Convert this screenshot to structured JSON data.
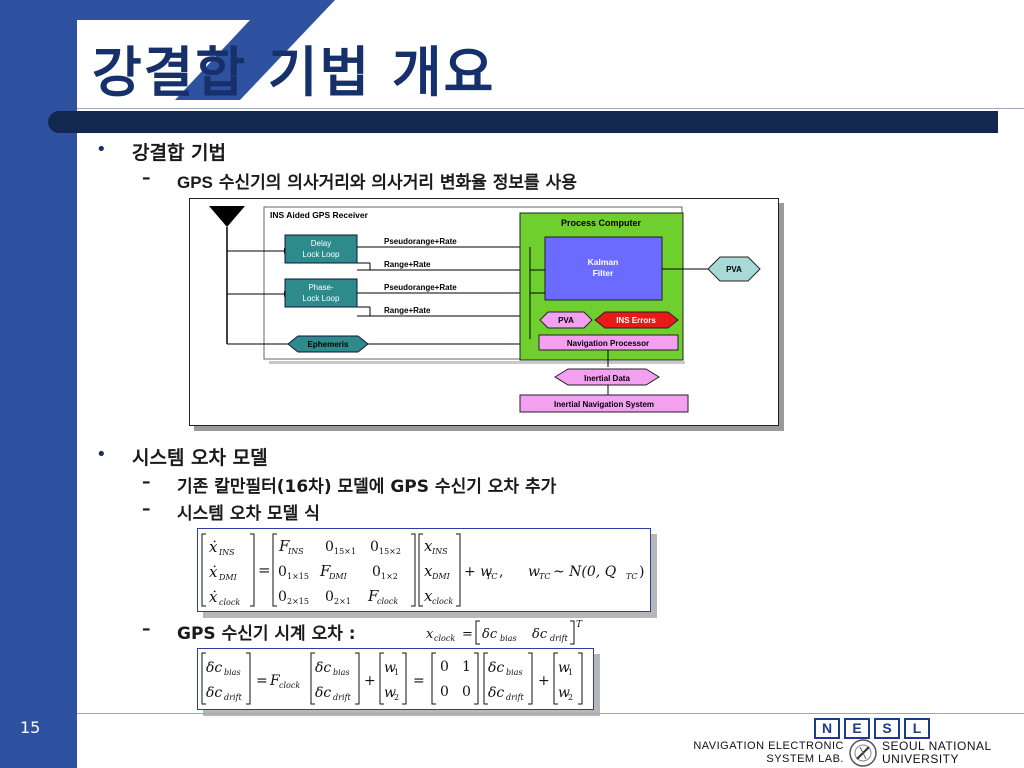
{
  "slide": {
    "title": "강결합 기법 개요",
    "page_number": "15"
  },
  "bullets": {
    "b1": "강결합 기법",
    "b1_sub1_prefix": "GPS",
    "b1_sub1_text": " 수신기의 의사거리와 의사거리 변화율 정보를 사용",
    "b2": "시스템 오차 모델",
    "b2_sub1": "기존 칼만필터(16차) 모델에 GPS 수신기 오차 추가",
    "b2_sub2": "시스템 오차 모델 식",
    "b2_sub3": "GPS 수신기 시계 오차 :",
    "bullet_char": "•",
    "dash_char": "–"
  },
  "diagram": {
    "receiver_title": "INS Aided GPS Receiver",
    "dll": [
      "Delay",
      "Lock Loop"
    ],
    "pll": [
      "Phase-",
      "Lock Loop"
    ],
    "ephemeris": "Ephemeris",
    "line1": "Pseudorange+Rate",
    "line2": "Range+Rate",
    "line3": "Pseudorange+Rate",
    "line4": "Range+Rate",
    "process_computer": "Process Computer",
    "kalman": [
      "Kalman",
      "Filter"
    ],
    "pva_inner": "PVA",
    "ins_errors": "INS Errors",
    "nav_processor": "Navigation Processor",
    "pva_out": "PVA",
    "inertial_data": "Inertial Data",
    "ins_system": "Inertial Navigation System",
    "colors": {
      "process_green": "#6fcf2f",
      "kalman_blue": "#6b6bff",
      "teal": "#2e8b8b",
      "pink": "#f4a0f0",
      "red": "#e81919",
      "pva_out_fill": "#a9d9d6"
    }
  },
  "equation1": {
    "lhs": [
      "ẋ",
      "ẋ",
      "ẋ"
    ],
    "lhs_sub": [
      "INS",
      "DMI",
      "clock"
    ],
    "F": "F",
    "m_F_INS": "INS",
    "m_F_DMI": "DMI",
    "m_F_clock": "clock",
    "zero": "0",
    "z_15x1": "15×1",
    "z_15x2": "15×2",
    "z_1x15": "1×15",
    "z_1x2": "1×2",
    "z_2x15": "2×15",
    "z_2x1": "2×1",
    "x": "x",
    "eq": "=",
    "plus_w": "+ w",
    "TC": "TC",
    "comma": ",",
    "w_TC_dist_a": "w",
    "w_TC_dist_b": "~ N(0, Q",
    "close": ")"
  },
  "equation_inline": {
    "x": "x",
    "clock": "clock",
    "eq": "=",
    "dc": "δc",
    "bias": "bias",
    "drift": "drift",
    "T": "T"
  },
  "equation2": {
    "dc": "δc",
    "bias": "bias",
    "drift": "drift",
    "eq": "=",
    "F": "F",
    "clock": "clock",
    "plus": "+",
    "w": "w",
    "one": "1",
    "two": "2",
    "zero": "0",
    "m01": "1"
  },
  "footer": {
    "letters": [
      "N",
      "E",
      "S",
      "L"
    ],
    "lab_line1": "NAVIGATION ELECTRONIC",
    "lab_line2": "SYSTEM LAB.",
    "univ_line1": "SEOUL NATIONAL",
    "univ_line2": "UNIVERSITY"
  }
}
